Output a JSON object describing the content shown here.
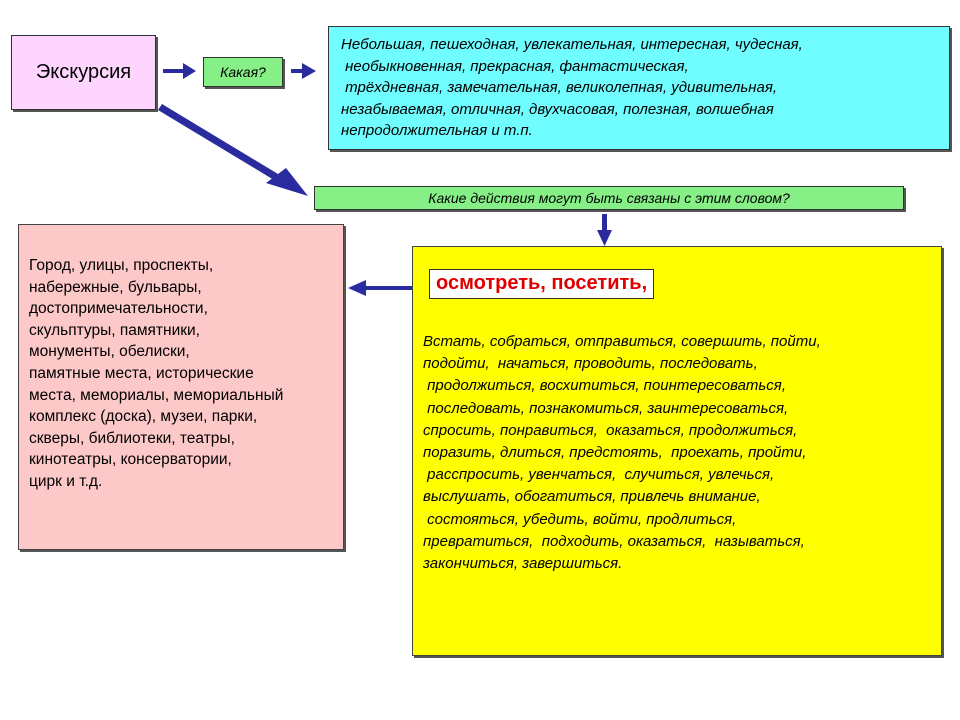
{
  "colors": {
    "main_box": "#fdd5ff",
    "question_box": "#86f087",
    "adjectives_box": "#6ffdff",
    "places_box": "#fdc8c8",
    "verbs_box": "#ffff00",
    "highlight_text": "#e00000",
    "arrow": "#2b2ba0"
  },
  "main": {
    "label": "Экскурсия"
  },
  "question1": {
    "label": "Какая?"
  },
  "adjectives": {
    "lines": [
      "Небольшая, пешеходная, увлекательная, интересная, чудесная,",
      " необыкновенная, прекрасная, фантастическая,",
      " трёхдневная, замечательная, великолепная, удивительная,",
      "незабываемая, отличная, двухчасовая, полезная, волшебная",
      "непродолжительная и т.п."
    ]
  },
  "question2": {
    "label": "Какие действия могут быть связаны с этим словом?"
  },
  "places": {
    "lines": [
      "Город, улицы, проспекты,",
      "набережные, бульвары,",
      "достопримечательности,",
      "скульптуры, памятники,",
      "монументы, обелиски,",
      "памятные места, исторические",
      "места, мемориалы, мемориальный",
      "комплекс (доска), музеи, парки,",
      "скверы, библиотеки, театры,",
      "кинотеатры, консерватории,",
      "цирк и т.д."
    ]
  },
  "verbs": {
    "highlight": "осмотреть, посетить,",
    "lines": [
      "Встать, собраться, отправиться, совершить, пойти,",
      "подойти,  начаться, проводить, последовать,",
      " продолжиться, восхититься, поинтересоваться,",
      " последовать, познакомиться, заинтересоваться,",
      "спросить, понравиться,  оказаться, продолжиться,",
      "поразить, длиться, предстоять,  проехать, пройти,",
      " расспросить, увенчаться,  случиться, увлечься,",
      "выслушать, обогатиться, привлечь внимание,",
      " состояться, убедить, войти, продлиться,",
      "превратиться,  подходить, оказаться,  называться,",
      "закончиться, завершиться."
    ]
  }
}
